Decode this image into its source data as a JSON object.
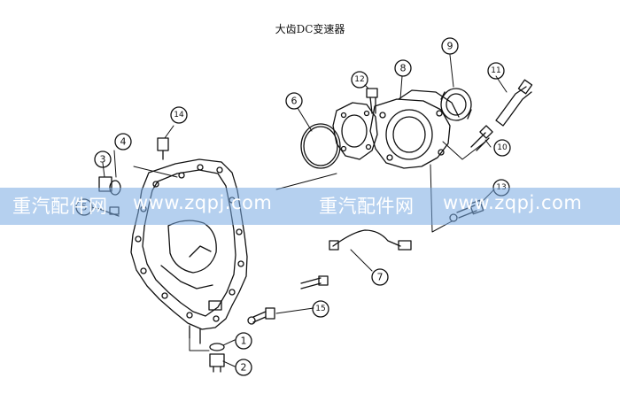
{
  "diagram": {
    "title": "大齿DC变速器",
    "callouts": [
      {
        "id": "c1",
        "label": "1"
      },
      {
        "id": "c2",
        "label": "2"
      },
      {
        "id": "c3",
        "label": "3"
      },
      {
        "id": "c4",
        "label": "4"
      },
      {
        "id": "c5",
        "label": "5"
      },
      {
        "id": "c6",
        "label": "6"
      },
      {
        "id": "c7",
        "label": "7"
      },
      {
        "id": "c8",
        "label": "8"
      },
      {
        "id": "c9",
        "label": "9"
      },
      {
        "id": "c10",
        "label": "10"
      },
      {
        "id": "c11",
        "label": "11"
      },
      {
        "id": "c12",
        "label": "12"
      },
      {
        "id": "c13",
        "label": "13"
      },
      {
        "id": "c14",
        "label": "14"
      },
      {
        "id": "c15",
        "label": "15"
      }
    ]
  },
  "watermark": {
    "text_cn_1": "重汽配件网",
    "text_url_1": "www.zqpj.com",
    "text_cn_2": "重汽配件网",
    "text_url_2": "www.zqpj.com",
    "color": "#78aae1"
  }
}
